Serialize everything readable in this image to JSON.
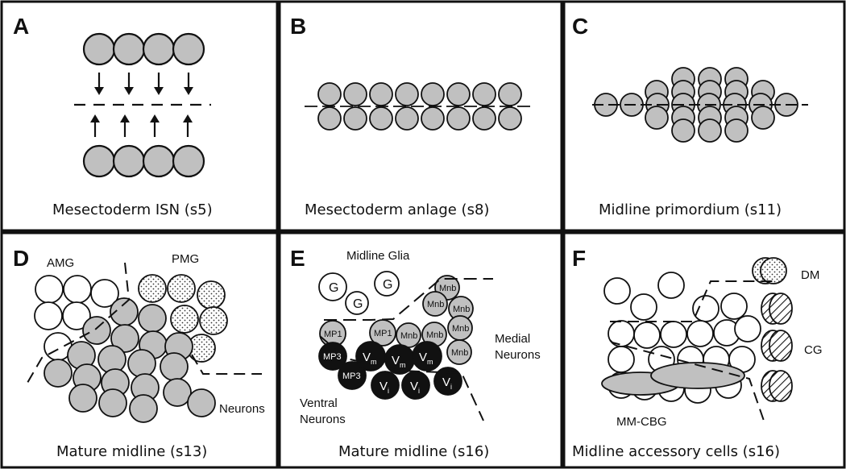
{
  "panels": [
    {
      "letter": "A",
      "caption": "Mesectoderm ISN (s5)"
    },
    {
      "letter": "B",
      "caption": "Mesectoderm anlage (s8)"
    },
    {
      "letter": "C",
      "caption": "Midline primordium (s11)"
    },
    {
      "letter": "D",
      "caption": "Mature midline (s13)"
    },
    {
      "letter": "E",
      "caption": "Mature midline (s16)"
    },
    {
      "letter": "F",
      "caption": "Midline accessory cells (s16)"
    }
  ],
  "labels": {
    "amg": "AMG",
    "pmg": "PMG",
    "neurons": "Neurons",
    "midline_glia": "Midline Glia",
    "medial_1": "Medial",
    "medial_2": "Neurons",
    "ventral_1": "Ventral",
    "ventral_2": "Neurons",
    "dm": "DM",
    "cg": "CG",
    "mmcbg": "MM-CBG"
  },
  "cell_labels": {
    "glia": "G",
    "mnb": "Mnb",
    "mp1": "MP1",
    "mp3": "MP3",
    "vm": "V",
    "vm_sub": "m",
    "vi": "V",
    "vi_sub": "i"
  },
  "colors": {
    "cell_gray": "#c0c0c0",
    "cell_black": "#111111",
    "cell_white": "#ffffff",
    "border": "#111111"
  }
}
